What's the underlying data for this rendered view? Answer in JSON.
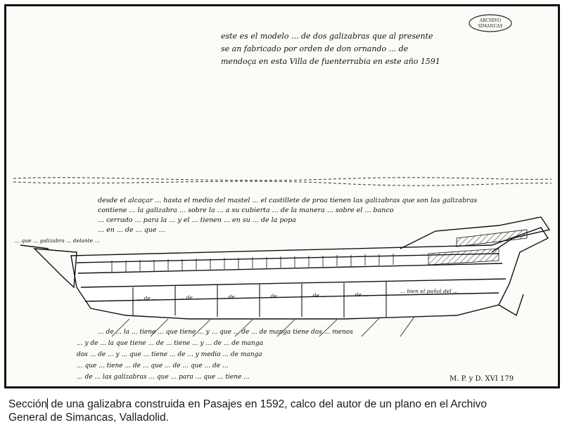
{
  "figure": {
    "archive_stamp": [
      "ARCHIVO",
      "SIMANCAS"
    ],
    "top_notes": [
      "este es el modelo ... de dos galizabras que al presente",
      "se an fabricado por orden de don ornando ... de",
      "mendoça en esta Villa de fuenterrabia en este año 1591"
    ],
    "mid_notes": [
      "desde el alcaçar ... hasta el medio del mastel ... el castillete de proa tienen las galizabras que son las galizabras",
      "contiene ... la galizabra ... sobre la ... a su cubierta ... de la manera ... sobre el ... banco",
      "... cerrado ... para la ... y el ... tienen ... en su ... de la popa",
      "... en ... de ... que ..."
    ],
    "ship_labels": {
      "bow_note": "... que ... galizabra ... delante ...",
      "stern_note": "... bien el pañol del ...",
      "compartments": [
        "... de ...",
        "... de ...",
        "... de ...",
        "... de ...",
        "... de ...",
        "... de ..."
      ]
    },
    "bottom_notes": [
      "... de ... la ... tiene ... que tiene ... y ... que ... de ... de manga tiene dos ... menos",
      "... y de ... la que tiene ... de ... tiene ... y ... de ... de manga",
      "dos ... de ... y ... que ... tiene ... de ... y medio ... de manga",
      "... que ... tiene ... de ... que ... de ... que ... de ...",
      "... de ... las galizabras ... que ... para ... que ... tiene ..."
    ],
    "archive_ref": "M. P. y D. XVI 179"
  },
  "caption": {
    "line1_start": "Sección",
    "line1_rest": " de una galizabra construida en Pasajes en 1592, calco del autor de un plano en el Archivo",
    "line2": "General de Simancas, Valladolid."
  }
}
